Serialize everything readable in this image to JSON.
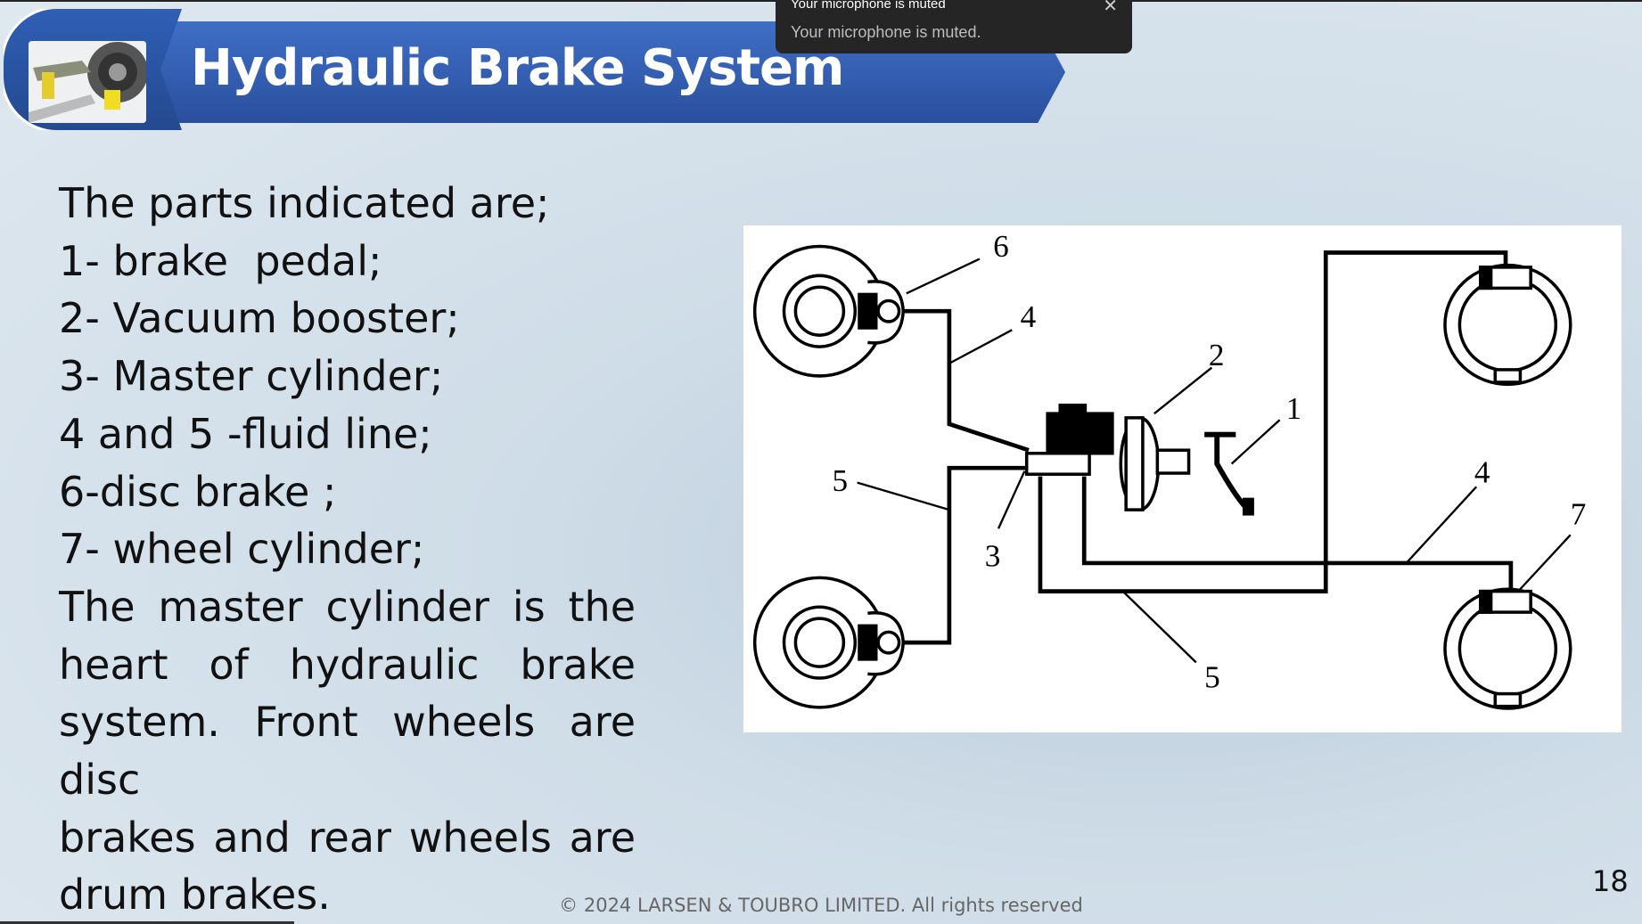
{
  "slide": {
    "title": "Hydraulic Brake System",
    "lines": [
      "The parts indicated are;",
      "1- brake  pedal;",
      "2- Vacuum booster;",
      "3- Master cylinder;",
      "4 and 5 -fluid line;",
      "6-disc brake ;",
      "7- wheel cylinder;"
    ],
    "paragraph": [
      "The master cylinder is the",
      "heart of hydraulic brake",
      "system. Front wheels are disc",
      "brakes and rear wheels are"
    ],
    "paragraph_last": "drum brakes.",
    "page_number": "18",
    "footer": "© 2024 LARSEN & TOUBRO LIMITED. All rights reserved"
  },
  "diagram": {
    "labels": {
      "l1": "1",
      "l2": "2",
      "l3": "3",
      "l4a": "4",
      "l4b": "4",
      "l5a": "5",
      "l5b": "5",
      "l6": "6",
      "l7": "7"
    }
  },
  "toast": {
    "title": "Your microphone is muted",
    "message": "Your microphone is muted.",
    "close_icon": "close-icon"
  }
}
